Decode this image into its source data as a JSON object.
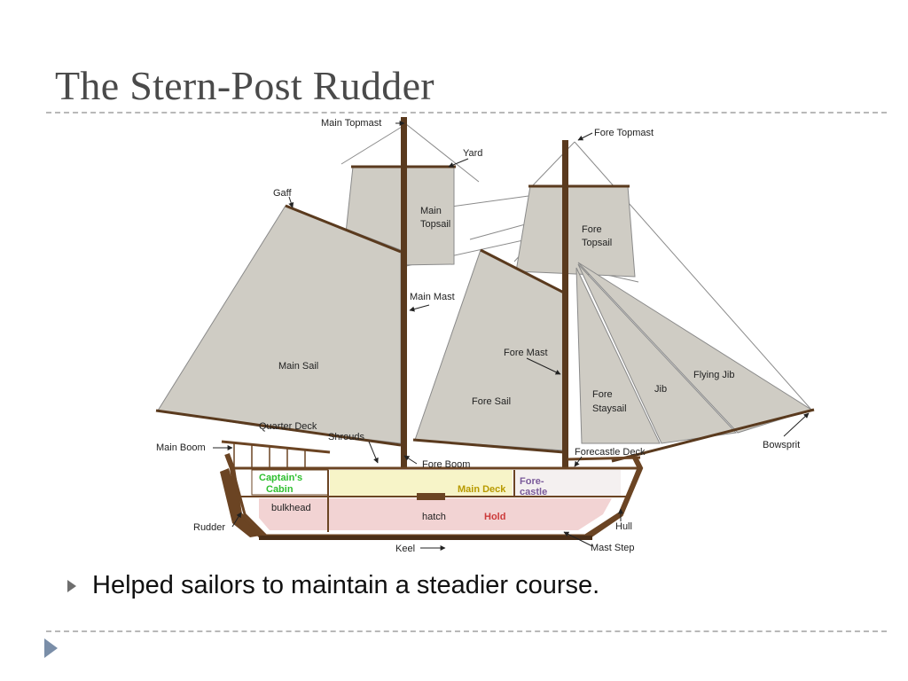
{
  "slide": {
    "title": "The Stern-Post Rudder",
    "bullets": [
      "Helped sailors to maintain a steadier course."
    ]
  },
  "diagram": {
    "colors": {
      "sail": "#cfccc4",
      "hull": "#6b4423",
      "mast": "#5a3a1e",
      "rigging": "#8a8a8a",
      "captains_cabin_text": "#2fbf2f",
      "main_deck_fill": "#f7f4c8",
      "main_deck_text": "#b89a00",
      "hold_fill": "#f2d3d3",
      "hold_text": "#cc3a3a",
      "label": "#222222"
    },
    "labels": {
      "main_topmast": "Main Topmast",
      "fore_topmast": "Fore Topmast",
      "yard": "Yard",
      "gaff": "Gaff",
      "main_topsail_1": "Main",
      "main_topsail_2": "Topsail",
      "fore_topsail_1": "Fore",
      "fore_topsail_2": "Topsail",
      "main_mast": "Main Mast",
      "main_sail": "Main Sail",
      "fore_mast": "Fore Mast",
      "flying_jib": "Flying Jib",
      "jib": "Jib",
      "fore_sail": "Fore Sail",
      "fore_staysail_1": "Fore",
      "fore_staysail_2": "Staysail",
      "quarter_deck": "Quarter Deck",
      "shrouds": "Shrouds",
      "main_boom": "Main Boom",
      "fore_boom": "Fore Boom",
      "forecastle_deck": "Forecastle Deck",
      "bowsprit": "Bowsprit",
      "captains_cabin_1": "Captain's",
      "captains_cabin_2": "Cabin",
      "main_deck": "Main Deck",
      "forecastle_1": "Fore-",
      "forecastle_2": "castle",
      "bulkhead": "bulkhead",
      "hatch": "hatch",
      "hold": "Hold",
      "rudder": "Rudder",
      "hull": "Hull",
      "keel": "Keel",
      "mast_step": "Mast Step"
    }
  }
}
